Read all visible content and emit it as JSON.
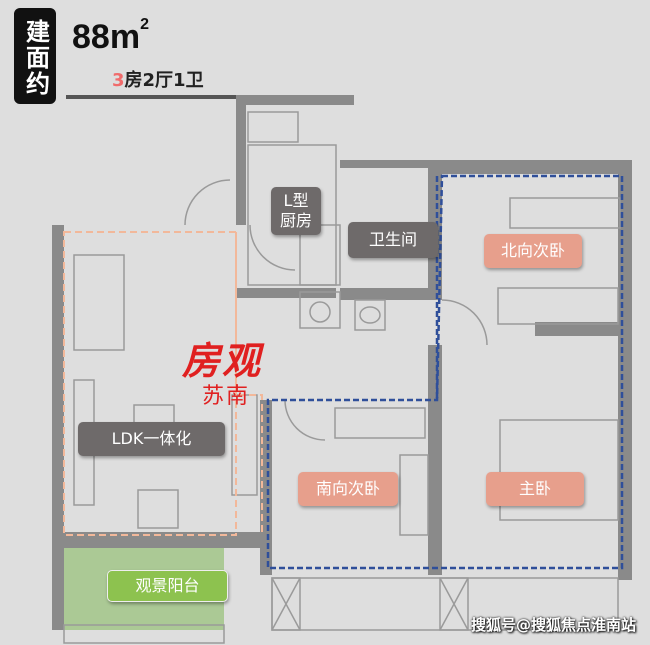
{
  "header": {
    "badge": "建面约",
    "area": "88m",
    "area_unit_sup": "2",
    "rooms_count": "3",
    "rooms_rest": "房2厅1卫"
  },
  "labels": {
    "kitchen": "L型 厨房",
    "bathroom": "卫生间",
    "ldk": "LDK一体化",
    "north_bedroom": "北向次卧",
    "south_bedroom": "南向次卧",
    "master_bedroom": "主卧",
    "balcony": "观景阳台"
  },
  "logo": {
    "line1": "房观",
    "line2": "苏南"
  },
  "watermark": "搜狐号@搜狐焦点淮南站",
  "colors": {
    "label_dark": "#6e6a6a",
    "label_salmon": "#e79f8c",
    "balcony": "#8dc24f",
    "zone_blue": "#2f4f9a",
    "zone_orange": "#f2b89a"
  }
}
